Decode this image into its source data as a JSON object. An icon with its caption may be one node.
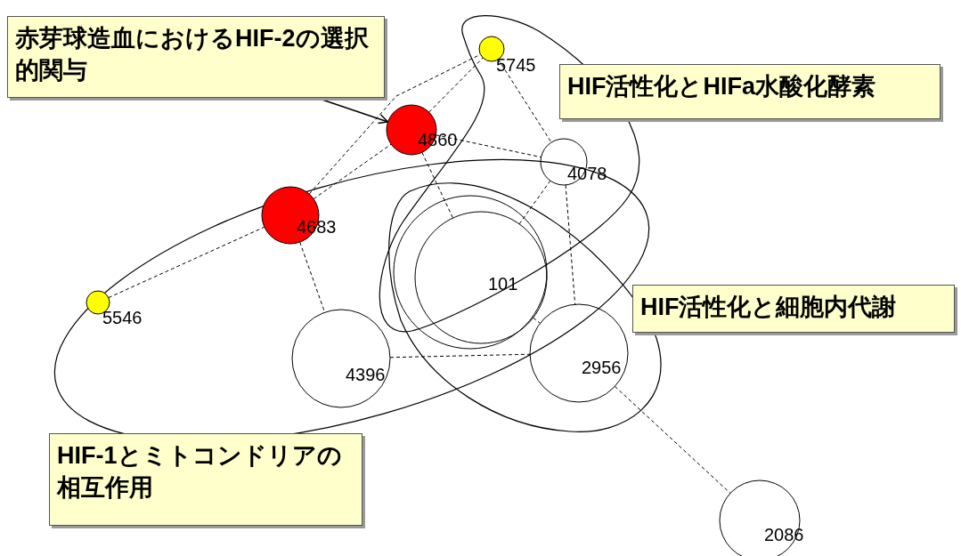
{
  "diagram": {
    "nodes": [
      {
        "text": [
          "赤芽球造血におけるHIF-2の選択的関与"
        ]
      },
      {
        "text": [
          "5745"
        ]
      },
      {
        "text": [
          "HIF活性化とHIFa水酸化酵素"
        ]
      },
      {
        "text": [
          "4860"
        ]
      },
      {
        "text": [
          "4078"
        ]
      },
      {
        "text": [
          "4683"
        ]
      },
      {
        "text": [
          "101"
        ]
      },
      {
        "text": [
          "HIF活性化と細胞内代謝"
        ]
      },
      {
        "text": [
          "5546"
        ]
      },
      {
        "text": [
          "4396"
        ]
      },
      {
        "text": [
          "2956"
        ]
      },
      {
        "text": [
          "HIF-1とミトコンドリアの相互作用"
        ]
      },
      {
        "text": [
          "2086"
        ]
      }
    ],
    "edges": [
      {
        "from": 0,
        "to": 3,
        "arrow": "to"
      },
      {
        "from": 8,
        "to": 5,
        "arrow": "none",
        "style": "dashed"
      },
      {
        "from": 5,
        "to": 3,
        "arrow": "none",
        "style": "dashed"
      },
      {
        "from": 5,
        "to": 1,
        "arrow": "none",
        "style": "dashed"
      },
      {
        "from": 3,
        "to": 1,
        "arrow": "none",
        "style": "dashed"
      },
      {
        "from": 1,
        "to": 4,
        "arrow": "none",
        "style": "dashed"
      },
      {
        "from": 3,
        "to": 4,
        "arrow": "none",
        "style": "dashed"
      },
      {
        "from": 3,
        "to": 6,
        "arrow": "none",
        "style": "dashed"
      },
      {
        "from": 6,
        "to": 4,
        "arrow": "none",
        "style": "dashed"
      },
      {
        "from": 4,
        "to": 10,
        "arrow": "none",
        "style": "dashed"
      },
      {
        "from": 5,
        "to": 9,
        "arrow": "none",
        "style": "dashed"
      },
      {
        "from": 9,
        "to": 10,
        "arrow": "none",
        "style": "dashed"
      },
      {
        "from": 6,
        "to": 10,
        "arrow": "none",
        "style": "dashed"
      },
      {
        "from": 10,
        "to": 12,
        "arrow": "none",
        "style": "dashed"
      }
    ]
  }
}
